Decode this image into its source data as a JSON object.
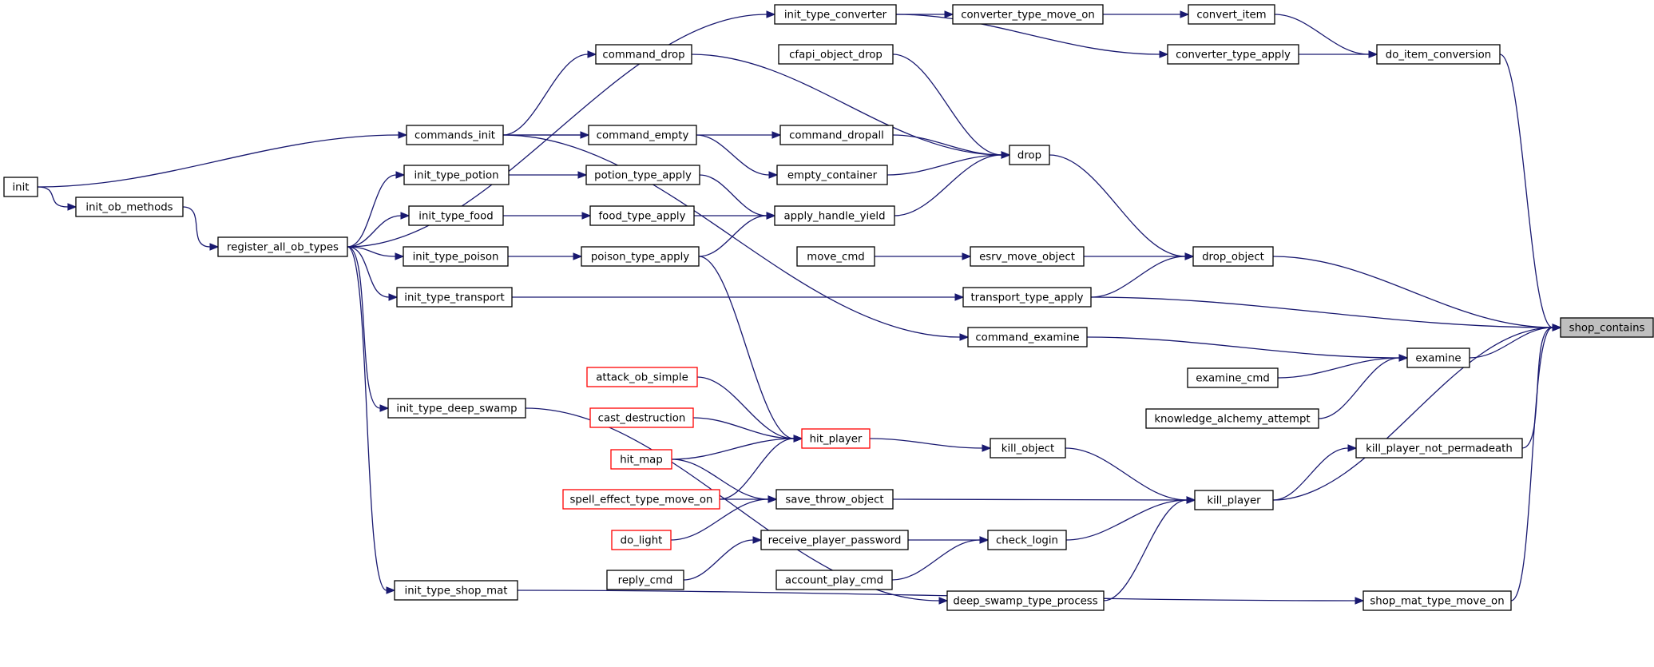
{
  "nodes": [
    {
      "id": "shop_contains",
      "label": "shop_contains",
      "style": "root"
    },
    {
      "id": "do_item_conversion",
      "label": "do_item_conversion"
    },
    {
      "id": "convert_item",
      "label": "convert_item"
    },
    {
      "id": "converter_type_move_on",
      "label": "converter_type_move_on"
    },
    {
      "id": "init_type_converter",
      "label": "init_type_converter"
    },
    {
      "id": "converter_type_apply",
      "label": "converter_type_apply"
    },
    {
      "id": "register_all_ob_types",
      "label": "register_all_ob_types"
    },
    {
      "id": "init_ob_methods",
      "label": "init_ob_methods"
    },
    {
      "id": "init",
      "label": "init"
    },
    {
      "id": "drop_object",
      "label": "drop_object"
    },
    {
      "id": "drop",
      "label": "drop"
    },
    {
      "id": "cfapi_object_drop",
      "label": "cfapi_object_drop"
    },
    {
      "id": "command_drop",
      "label": "command_drop"
    },
    {
      "id": "commands_init",
      "label": "commands_init"
    },
    {
      "id": "command_dropall",
      "label": "command_dropall"
    },
    {
      "id": "empty_container",
      "label": "empty_container"
    },
    {
      "id": "command_empty",
      "label": "command_empty"
    },
    {
      "id": "apply_handle_yield",
      "label": "apply_handle_yield"
    },
    {
      "id": "potion_type_apply",
      "label": "potion_type_apply"
    },
    {
      "id": "init_type_potion",
      "label": "init_type_potion"
    },
    {
      "id": "food_type_apply",
      "label": "food_type_apply"
    },
    {
      "id": "init_type_food",
      "label": "init_type_food"
    },
    {
      "id": "poison_type_apply",
      "label": "poison_type_apply"
    },
    {
      "id": "init_type_poison",
      "label": "init_type_poison"
    },
    {
      "id": "esrv_move_object",
      "label": "esrv_move_object"
    },
    {
      "id": "move_cmd",
      "label": "move_cmd"
    },
    {
      "id": "transport_type_apply",
      "label": "transport_type_apply"
    },
    {
      "id": "init_type_transport",
      "label": "init_type_transport"
    },
    {
      "id": "examine",
      "label": "examine"
    },
    {
      "id": "command_examine",
      "label": "command_examine"
    },
    {
      "id": "examine_cmd",
      "label": "examine_cmd"
    },
    {
      "id": "knowledge_alchemy_attempt",
      "label": "knowledge_alchemy_attempt"
    },
    {
      "id": "kill_player_not_permadeath",
      "label": "kill_player_not_permadeath"
    },
    {
      "id": "kill_player",
      "label": "kill_player"
    },
    {
      "id": "kill_object",
      "label": "kill_object"
    },
    {
      "id": "hit_player",
      "label": "hit_player",
      "style": "truncated"
    },
    {
      "id": "attack_ob_simple",
      "label": "attack_ob_simple",
      "style": "truncated"
    },
    {
      "id": "cast_destruction",
      "label": "cast_destruction",
      "style": "truncated"
    },
    {
      "id": "hit_map",
      "label": "hit_map",
      "style": "truncated"
    },
    {
      "id": "spell_effect_type_move_on",
      "label": "spell_effect_type_move_on",
      "style": "truncated"
    },
    {
      "id": "save_throw_object",
      "label": "save_throw_object"
    },
    {
      "id": "do_light",
      "label": "do_light",
      "style": "truncated"
    },
    {
      "id": "check_login",
      "label": "check_login"
    },
    {
      "id": "receive_player_password",
      "label": "receive_player_password"
    },
    {
      "id": "reply_cmd",
      "label": "reply_cmd"
    },
    {
      "id": "account_play_cmd",
      "label": "account_play_cmd"
    },
    {
      "id": "deep_swamp_type_process",
      "label": "deep_swamp_type_process"
    },
    {
      "id": "init_type_deep_swamp",
      "label": "init_type_deep_swamp"
    },
    {
      "id": "shop_mat_type_move_on",
      "label": "shop_mat_type_move_on"
    },
    {
      "id": "init_type_shop_mat",
      "label": "init_type_shop_mat"
    }
  ],
  "edges": [
    {
      "from": "do_item_conversion",
      "to": "shop_contains"
    },
    {
      "from": "drop_object",
      "to": "shop_contains"
    },
    {
      "from": "transport_type_apply",
      "to": "shop_contains"
    },
    {
      "from": "examine",
      "to": "shop_contains"
    },
    {
      "from": "kill_player_not_permadeath",
      "to": "shop_contains"
    },
    {
      "from": "kill_player",
      "to": "shop_contains"
    },
    {
      "from": "shop_mat_type_move_on",
      "to": "shop_contains"
    },
    {
      "from": "convert_item",
      "to": "do_item_conversion"
    },
    {
      "from": "converter_type_apply",
      "to": "do_item_conversion"
    },
    {
      "from": "converter_type_move_on",
      "to": "convert_item"
    },
    {
      "from": "init_type_converter",
      "to": "converter_type_move_on"
    },
    {
      "from": "init_type_converter",
      "to": "converter_type_apply"
    },
    {
      "from": "register_all_ob_types",
      "to": "init_type_converter"
    },
    {
      "from": "init_ob_methods",
      "to": "register_all_ob_types"
    },
    {
      "from": "init",
      "to": "init_ob_methods"
    },
    {
      "from": "drop",
      "to": "drop_object"
    },
    {
      "from": "esrv_move_object",
      "to": "drop_object"
    },
    {
      "from": "transport_type_apply",
      "to": "drop_object"
    },
    {
      "from": "cfapi_object_drop",
      "to": "drop"
    },
    {
      "from": "command_drop",
      "to": "drop"
    },
    {
      "from": "command_dropall",
      "to": "drop"
    },
    {
      "from": "empty_container",
      "to": "drop"
    },
    {
      "from": "apply_handle_yield",
      "to": "drop"
    },
    {
      "from": "commands_init",
      "to": "command_drop"
    },
    {
      "from": "commands_init",
      "to": "command_dropall"
    },
    {
      "from": "commands_init",
      "to": "command_empty"
    },
    {
      "from": "commands_init",
      "to": "command_examine"
    },
    {
      "from": "init",
      "to": "commands_init"
    },
    {
      "from": "command_empty",
      "to": "empty_container"
    },
    {
      "from": "potion_type_apply",
      "to": "apply_handle_yield"
    },
    {
      "from": "food_type_apply",
      "to": "apply_handle_yield"
    },
    {
      "from": "poison_type_apply",
      "to": "apply_handle_yield"
    },
    {
      "from": "init_type_potion",
      "to": "potion_type_apply"
    },
    {
      "from": "register_all_ob_types",
      "to": "init_type_potion"
    },
    {
      "from": "init_type_food",
      "to": "food_type_apply"
    },
    {
      "from": "register_all_ob_types",
      "to": "init_type_food"
    },
    {
      "from": "init_type_poison",
      "to": "poison_type_apply"
    },
    {
      "from": "register_all_ob_types",
      "to": "init_type_poison"
    },
    {
      "from": "move_cmd",
      "to": "esrv_move_object"
    },
    {
      "from": "init_type_transport",
      "to": "transport_type_apply"
    },
    {
      "from": "register_all_ob_types",
      "to": "init_type_transport"
    },
    {
      "from": "command_examine",
      "to": "examine"
    },
    {
      "from": "examine_cmd",
      "to": "examine"
    },
    {
      "from": "knowledge_alchemy_attempt",
      "to": "examine"
    },
    {
      "from": "kill_player",
      "to": "kill_player_not_permadeath"
    },
    {
      "from": "kill_object",
      "to": "kill_player"
    },
    {
      "from": "save_throw_object",
      "to": "kill_player"
    },
    {
      "from": "check_login",
      "to": "kill_player"
    },
    {
      "from": "deep_swamp_type_process",
      "to": "kill_player"
    },
    {
      "from": "hit_player",
      "to": "kill_object"
    },
    {
      "from": "poison_type_apply",
      "to": "hit_player"
    },
    {
      "from": "attack_ob_simple",
      "to": "hit_player"
    },
    {
      "from": "cast_destruction",
      "to": "hit_player"
    },
    {
      "from": "hit_map",
      "to": "hit_player"
    },
    {
      "from": "spell_effect_type_move_on",
      "to": "hit_player"
    },
    {
      "from": "hit_map",
      "to": "save_throw_object"
    },
    {
      "from": "spell_effect_type_move_on",
      "to": "save_throw_object"
    },
    {
      "from": "do_light",
      "to": "save_throw_object"
    },
    {
      "from": "receive_player_password",
      "to": "check_login"
    },
    {
      "from": "account_play_cmd",
      "to": "check_login"
    },
    {
      "from": "reply_cmd",
      "to": "receive_player_password"
    },
    {
      "from": "init_type_deep_swamp",
      "to": "deep_swamp_type_process"
    },
    {
      "from": "register_all_ob_types",
      "to": "init_type_deep_swamp"
    },
    {
      "from": "init_type_shop_mat",
      "to": "shop_mat_type_move_on"
    },
    {
      "from": "register_all_ob_types",
      "to": "init_type_shop_mat"
    }
  ],
  "colors": {
    "edge": "#191970",
    "node_border": "#000000",
    "truncated_border": "#ff0000",
    "root_fill": "#bfbfbf",
    "node_fill": "#ffffff"
  }
}
